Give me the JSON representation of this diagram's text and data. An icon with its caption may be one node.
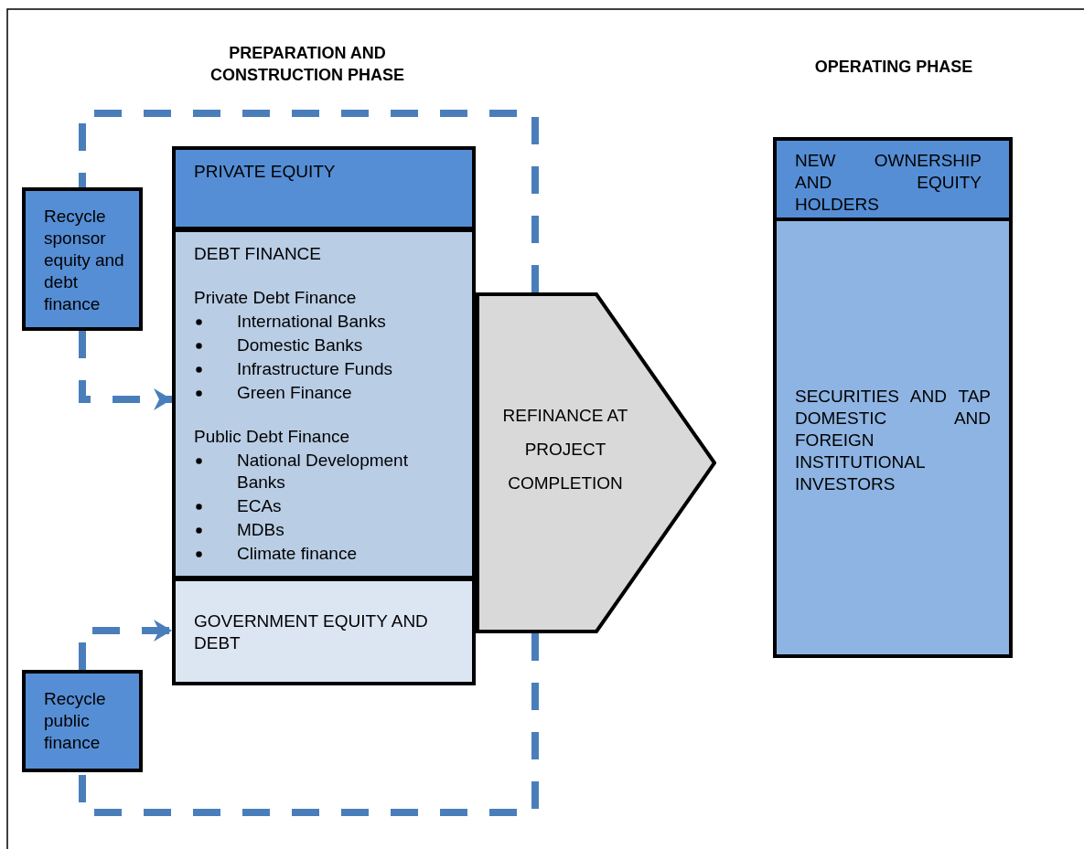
{
  "diagram": {
    "nodes": [
      {
        "text": [
          "Recycle sponsor equity and debt finance"
        ]
      },
      {
        "text": [
          "PRIVATE EQUITY"
        ]
      },
      {
        "text": [
          "DEBT FINANCE",
          "Private Debt Finance",
          "International Banks",
          "Domestic Banks",
          "Infrastructure Funds",
          "Green Finance",
          "Public Debt Finance",
          "National Development Banks",
          "ECAs",
          "MDBs",
          "Climate finance"
        ]
      },
      {
        "text": [
          "GOVERNMENT EQUITY AND DEBT"
        ]
      },
      {
        "text": [
          "Recycle public finance"
        ]
      },
      {
        "text": [
          "REFINANCE AT PROJECT COMPLETION"
        ]
      },
      {
        "text": [
          "NEW OWNERSHIP AND EQUITY HOLDERS"
        ]
      },
      {
        "text": [
          "SECURITIES AND TAP DOMESTIC AND FOREIGN INSTITUTIONAL INVESTORS"
        ]
      }
    ],
    "edges": [
      {
        "from": 0,
        "to": 2,
        "arrow": "to",
        "style": "dashed"
      },
      {
        "from": 4,
        "to": 3,
        "arrow": "to",
        "style": "dashed"
      },
      {
        "from": 5,
        "to": 0,
        "arrow": "none",
        "style": "dashed"
      },
      {
        "from": 5,
        "to": 4,
        "arrow": "none",
        "style": "dashed"
      }
    ],
    "labels": [
      "PREPARATION AND CONSTRUCTION PHASE",
      "OPERATING PHASE"
    ]
  }
}
